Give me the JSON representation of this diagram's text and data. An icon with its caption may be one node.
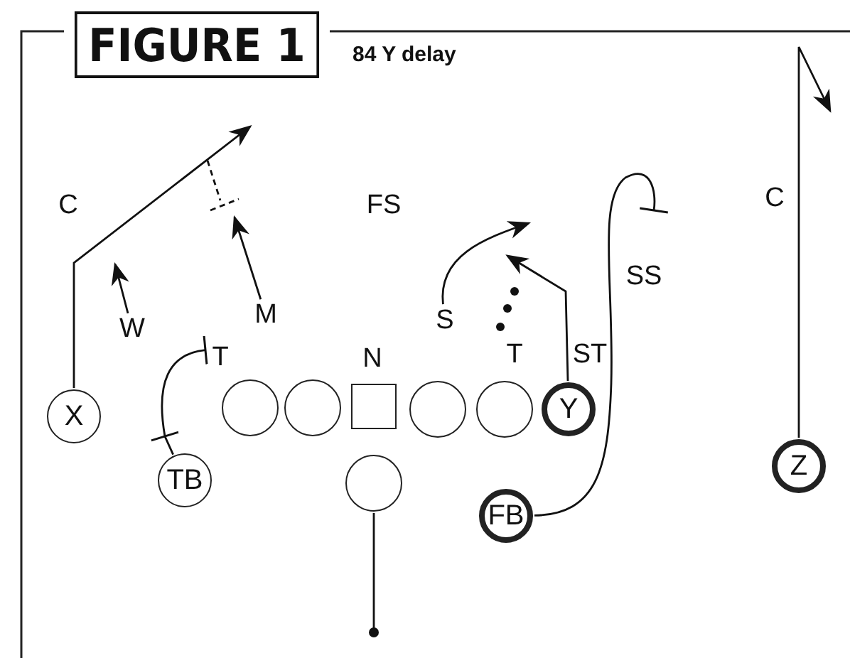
{
  "diagram": {
    "title": "FIGURE 1",
    "caption": "84 Y delay",
    "nodes": [
      {
        "text": [
          "W"
        ]
      },
      {
        "text": [
          "M"
        ]
      },
      {
        "text": [
          "S"
        ]
      },
      {
        "text": [
          "T"
        ]
      },
      {
        "text": [
          "X"
        ]
      },
      {
        "text": [],
        "shape": "circle"
      },
      {
        "text": [],
        "shape": "circle"
      },
      {
        "text": [],
        "shape": "box"
      },
      {
        "text": [],
        "shape": "circle"
      },
      {
        "text": [],
        "shape": "circle"
      },
      {
        "text": [
          "Y"
        ]
      },
      {
        "text": [
          "Z"
        ]
      },
      {
        "text": [
          "TB"
        ]
      },
      {
        "text": [],
        "shape": "circle"
      },
      {
        "text": [
          "FB"
        ]
      }
    ],
    "edges": [
      {
        "from": 4,
        "to": null,
        "arrow": "to"
      },
      {
        "from": 12,
        "to": 3,
        "arrow": "other"
      },
      {
        "from": 10,
        "to": null,
        "arrow": "to"
      },
      {
        "from": 14,
        "to": null,
        "arrow": "other"
      },
      {
        "from": 11,
        "to": null,
        "arrow": "to"
      },
      {
        "from": 13,
        "to": null,
        "arrow": "other"
      },
      {
        "from": 0,
        "to": null,
        "arrow": "to"
      },
      {
        "from": 1,
        "to": null,
        "arrow": "to"
      },
      {
        "from": 2,
        "to": null,
        "arrow": "to"
      }
    ],
    "labels": [
      "C",
      "FS",
      "C",
      "SS",
      "N",
      "T",
      "ST"
    ]
  }
}
